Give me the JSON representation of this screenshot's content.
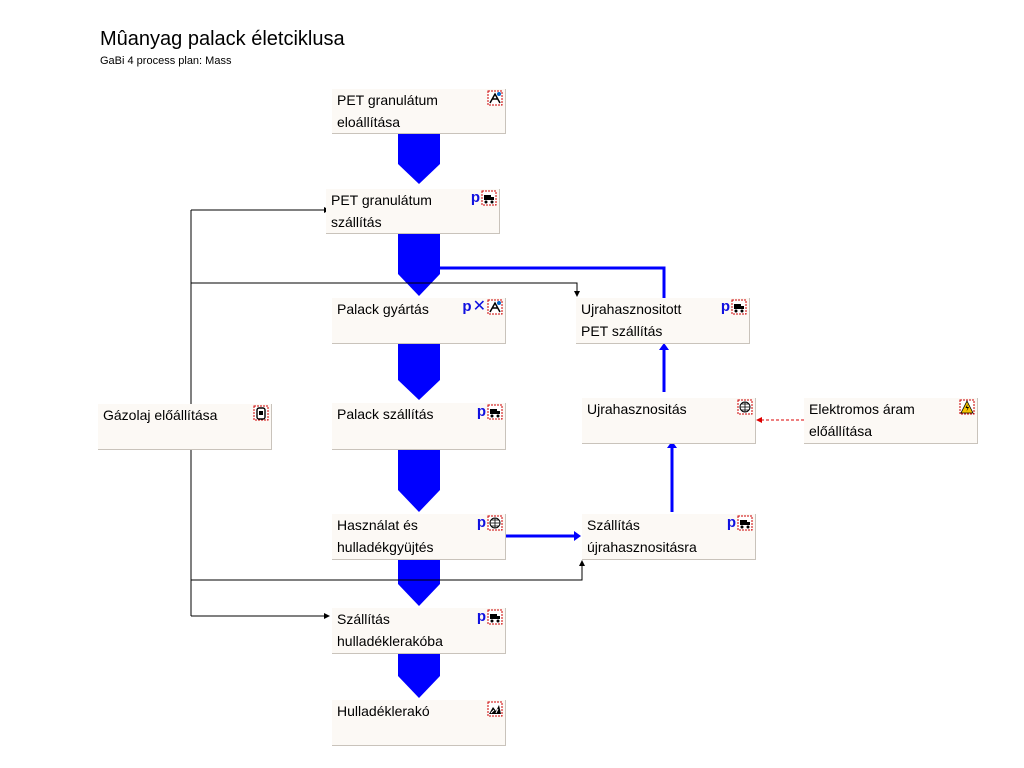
{
  "title": "Mûanyag palack életciklusa",
  "subtitle": "GaBi 4 process plan: Mass",
  "colors": {
    "main_flow": "#0000ff",
    "aux_flow": "#000000",
    "energy_flow": "#dd0000",
    "box_bg": "#fcf9f5"
  },
  "processes": {
    "pet_granulatum_eloallitasa": {
      "line1": "PET granulátum",
      "line2": "eloállítása",
      "icons": [
        "production-icon"
      ]
    },
    "pet_granulatum_szallitas": {
      "line1": "PET granulátum",
      "line2": "szállítás",
      "icons": [
        "p-marker",
        "transport-icon"
      ]
    },
    "palack_gyartas": {
      "line1": "Palack gyártás",
      "line2": "",
      "icons": [
        "p-marker",
        "x-marker",
        "production-icon"
      ]
    },
    "palack_szallitas": {
      "line1": "Palack szállítás",
      "line2": "",
      "icons": [
        "p-marker",
        "transport-icon"
      ]
    },
    "hasznalat": {
      "line1": "Használat és",
      "line2": "hulladékgyüjtés",
      "icons": [
        "p-marker",
        "globe-icon"
      ]
    },
    "szallitas_hulladeklerakoba": {
      "line1": "Szállítás",
      "line2": "hulladéklerakóba",
      "icons": [
        "p-marker",
        "transport-icon"
      ]
    },
    "hulladeklerako": {
      "line1": "Hulladéklerakó",
      "line2": "",
      "icons": [
        "landfill-icon"
      ]
    },
    "gazolaj": {
      "line1": "Gázolaj előállítása",
      "line2": "",
      "icons": [
        "fuel-icon"
      ]
    },
    "ujrahasznositott_pet_szallitas": {
      "line1": "Ujrahasznositott",
      "line2": "PET szállítás",
      "icons": [
        "p-marker",
        "transport-icon"
      ]
    },
    "ujrahasznositas": {
      "line1": "Ujrahasznositás",
      "line2": "",
      "icons": [
        "globe-icon"
      ]
    },
    "elektromos_aram": {
      "line1": "Elektromos áram",
      "line2": "előállítása",
      "icons": [
        "power-icon"
      ]
    },
    "szallitas_ujrahasznositasra": {
      "line1": "Szállítás",
      "line2": "újrahasznositásra",
      "icons": [
        "p-marker",
        "transport-icon"
      ]
    }
  },
  "icon_text": {
    "p": "p",
    "x": "✕"
  }
}
